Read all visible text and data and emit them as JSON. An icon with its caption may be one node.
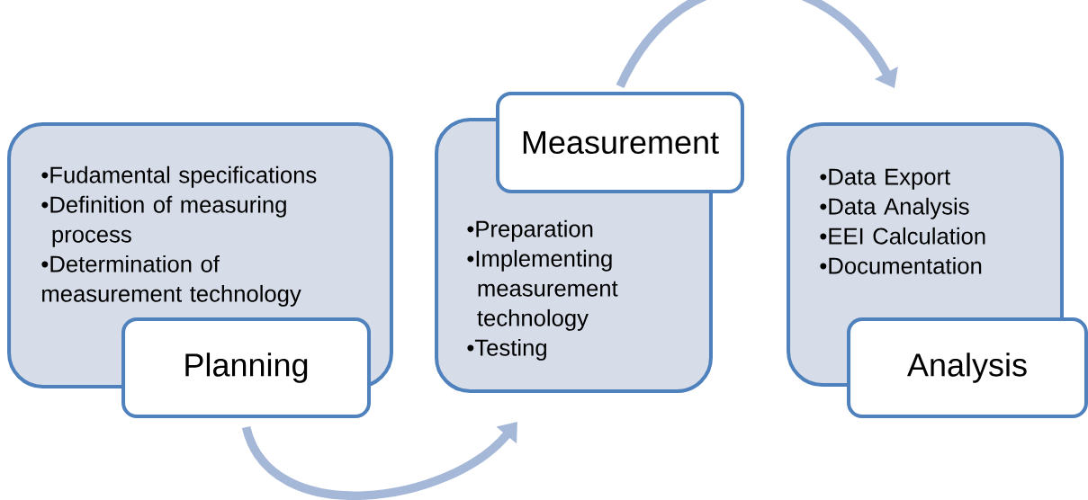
{
  "diagram": {
    "nodes": [
      {
        "text": [
          "•Fudamental specifications",
          "•Definition of measuring process",
          "•Determination of measurement technology"
        ]
      },
      {
        "text": [
          "Planning"
        ]
      },
      {
        "text": [
          "•Preparation",
          "•Implementing measurement technology",
          "•Testing"
        ]
      },
      {
        "text": [
          "Measurement"
        ]
      },
      {
        "text": [
          "•Data Export",
          "•Data Analysis",
          "•EEI Calculation",
          "•Documentation"
        ]
      },
      {
        "text": [
          "Analysis"
        ]
      }
    ],
    "edges": [
      {
        "from": 1,
        "to": 2,
        "arrow": "to"
      },
      {
        "from": 3,
        "to": 4,
        "arrow": "to"
      }
    ]
  }
}
